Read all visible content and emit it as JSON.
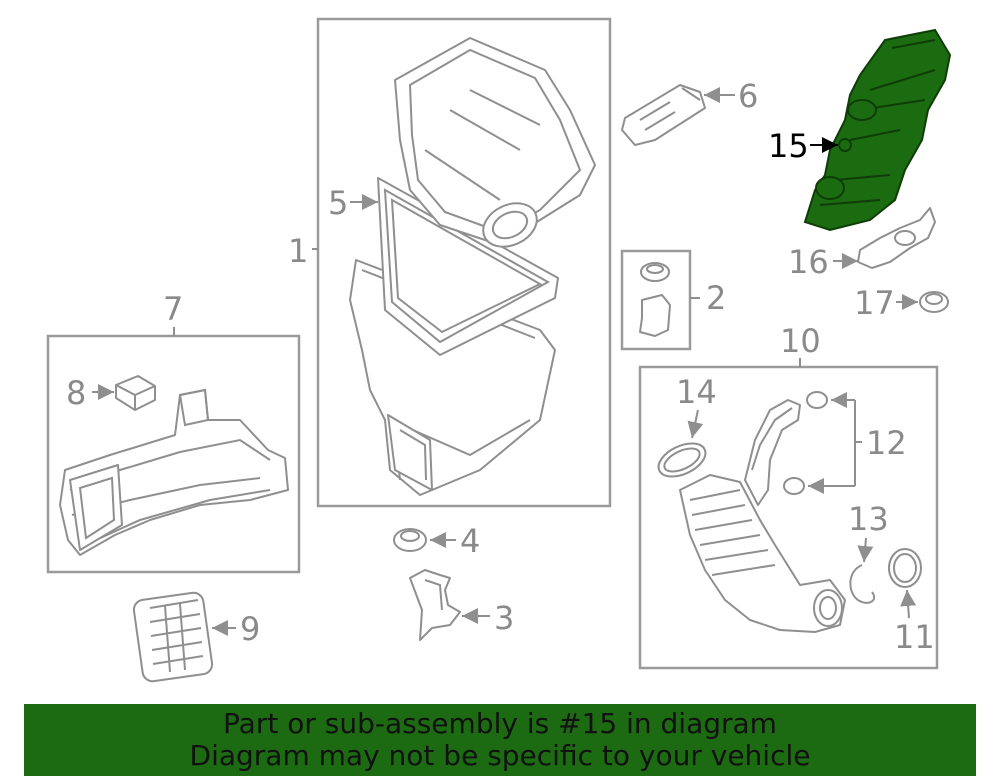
{
  "callouts": {
    "c1": "1",
    "c2": "2",
    "c3": "3",
    "c4": "4",
    "c5": "5",
    "c6": "6",
    "c7": "7",
    "c8": "8",
    "c9": "9",
    "c10": "10",
    "c11": "11",
    "c12": "12",
    "c13": "13",
    "c14": "14",
    "c15": "15",
    "c16": "16",
    "c17": "17"
  },
  "highlight": {
    "part_number": "15",
    "color": "#1c6b12"
  },
  "banner": {
    "line1": "Part or sub-assembly is #15 in diagram",
    "line2": "Diagram may not be specific to your vehicle"
  }
}
